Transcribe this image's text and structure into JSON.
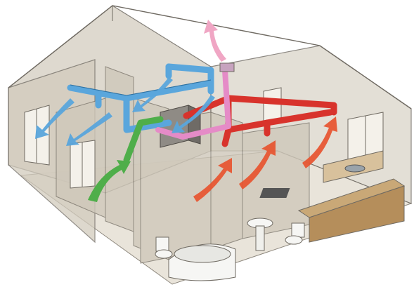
{
  "diagram": {
    "kind": "house ventilation cutaway",
    "ducts": [
      {
        "name": "supply-fresh-air",
        "color": "#5aa6dc"
      },
      {
        "name": "extract-stale-air",
        "color": "#d8332c"
      },
      {
        "name": "outdoor-intake",
        "color": "#4fae4a"
      },
      {
        "name": "exhaust-outlet",
        "color": "#e58bc7"
      }
    ],
    "colors": {
      "wall": "#d9d3c7",
      "wall_dark": "#c9c2b4",
      "floor": "#e8e3d9",
      "outline": "#6f6a62",
      "supply_arrow": "#5aa6dc",
      "extract_arrow": "#e8512c",
      "intake_arrow": "#4fae4a",
      "exhaust_arrow": "#f0a6c4"
    },
    "fixtures": [
      "windows",
      "kitchen-counter",
      "sink",
      "stove",
      "toilet",
      "bathtub",
      "washbasin"
    ]
  }
}
